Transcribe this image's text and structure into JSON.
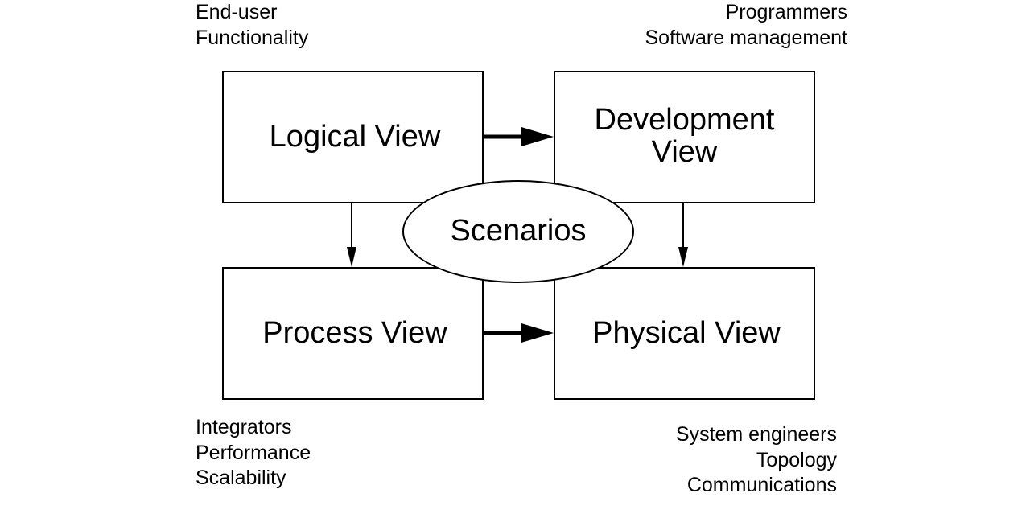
{
  "annotations": {
    "logical": [
      "End-user",
      "Functionality"
    ],
    "development": [
      "Programmers",
      "Software management"
    ],
    "process": [
      "Integrators",
      "Performance",
      "Scalability"
    ],
    "physical": [
      "System engineers",
      "Topology",
      "Communications"
    ]
  },
  "views": {
    "logical": "Logical View",
    "development_line1": "Development",
    "development_line2": "View",
    "process": "Process View",
    "physical": "Physical View"
  },
  "center": {
    "label": "Scenarios"
  },
  "colors": {
    "stroke": "#000000",
    "fill": "#ffffff"
  }
}
